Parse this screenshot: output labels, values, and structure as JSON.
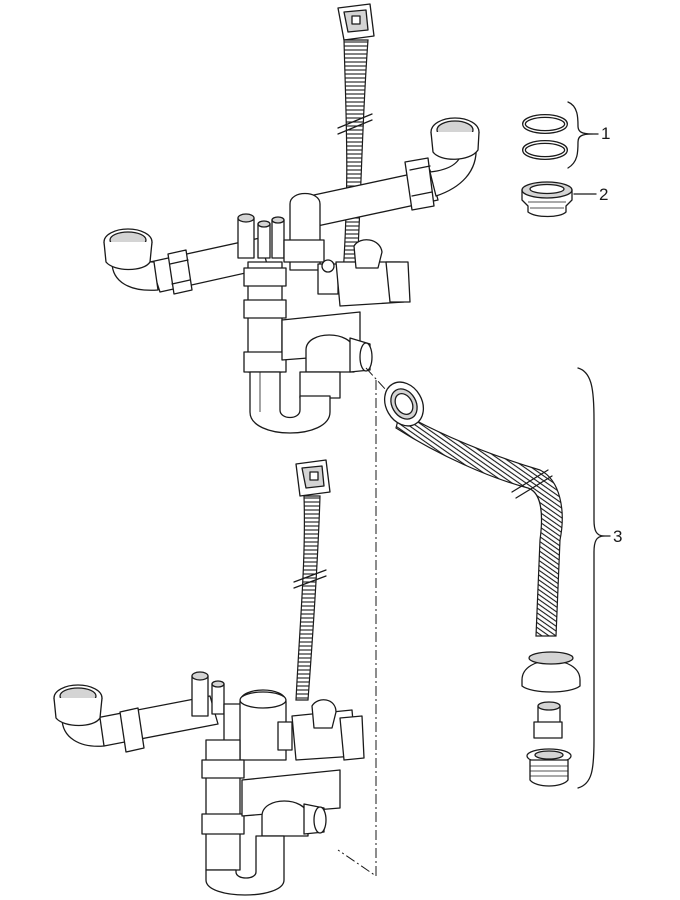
{
  "callouts": [
    {
      "id": "1",
      "text": "1"
    },
    {
      "id": "2",
      "text": "2"
    },
    {
      "id": "3",
      "text": "3"
    }
  ],
  "colors": {
    "line": "#1a1a1a",
    "part_fill": "#ffffff",
    "shade": "#d4d4d4",
    "dark_shade": "#9a9a9a"
  }
}
